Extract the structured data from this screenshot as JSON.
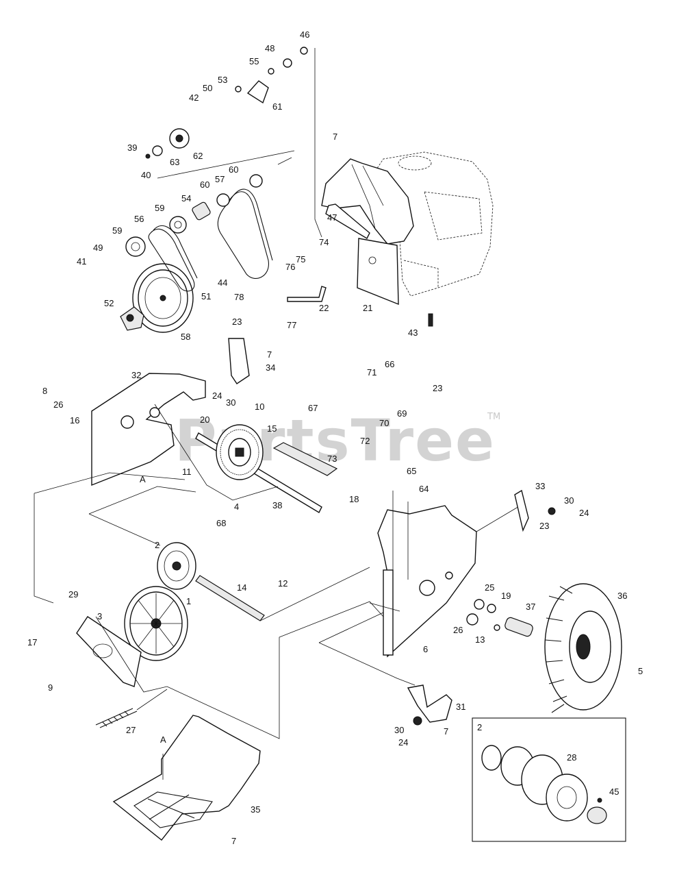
{
  "watermark": {
    "text": "PartsTree",
    "trademark": "TM"
  },
  "reference_letter": "A",
  "inset": {
    "label": "2"
  },
  "callouts": [
    {
      "id": "46",
      "text": "46"
    },
    {
      "id": "48",
      "text": "48"
    },
    {
      "id": "55",
      "text": "55"
    },
    {
      "id": "53",
      "text": "53"
    },
    {
      "id": "50",
      "text": "50"
    },
    {
      "id": "42",
      "text": "42"
    },
    {
      "id": "61",
      "text": "61"
    },
    {
      "id": "7a",
      "text": "7"
    },
    {
      "id": "39",
      "text": "39"
    },
    {
      "id": "63",
      "text": "63"
    },
    {
      "id": "62",
      "text": "62"
    },
    {
      "id": "40",
      "text": "40"
    },
    {
      "id": "60a",
      "text": "60"
    },
    {
      "id": "57",
      "text": "57"
    },
    {
      "id": "60b",
      "text": "60"
    },
    {
      "id": "54",
      "text": "54"
    },
    {
      "id": "59a",
      "text": "59"
    },
    {
      "id": "56",
      "text": "56"
    },
    {
      "id": "59b",
      "text": "59"
    },
    {
      "id": "49",
      "text": "49"
    },
    {
      "id": "41",
      "text": "41"
    },
    {
      "id": "44",
      "text": "44"
    },
    {
      "id": "51",
      "text": "51"
    },
    {
      "id": "52",
      "text": "52"
    },
    {
      "id": "58",
      "text": "58"
    },
    {
      "id": "47",
      "text": "47"
    },
    {
      "id": "74",
      "text": "74"
    },
    {
      "id": "75",
      "text": "75"
    },
    {
      "id": "76",
      "text": "76"
    },
    {
      "id": "78",
      "text": "78"
    },
    {
      "id": "22",
      "text": "22"
    },
    {
      "id": "21",
      "text": "21"
    },
    {
      "id": "77",
      "text": "77"
    },
    {
      "id": "43",
      "text": "43"
    },
    {
      "id": "23a",
      "text": "23"
    },
    {
      "id": "7b",
      "text": "7"
    },
    {
      "id": "34",
      "text": "34"
    },
    {
      "id": "32",
      "text": "32"
    },
    {
      "id": "8",
      "text": "8"
    },
    {
      "id": "26a",
      "text": "26"
    },
    {
      "id": "16",
      "text": "16"
    },
    {
      "id": "24a",
      "text": "24"
    },
    {
      "id": "30a",
      "text": "30"
    },
    {
      "id": "10",
      "text": "10"
    },
    {
      "id": "20",
      "text": "20"
    },
    {
      "id": "15",
      "text": "15"
    },
    {
      "id": "66",
      "text": "66"
    },
    {
      "id": "71",
      "text": "71"
    },
    {
      "id": "23b",
      "text": "23"
    },
    {
      "id": "67",
      "text": "67"
    },
    {
      "id": "69",
      "text": "69"
    },
    {
      "id": "70",
      "text": "70"
    },
    {
      "id": "72",
      "text": "72"
    },
    {
      "id": "73",
      "text": "73"
    },
    {
      "id": "11",
      "text": "11"
    },
    {
      "id": "65",
      "text": "65"
    },
    {
      "id": "64",
      "text": "64"
    },
    {
      "id": "4",
      "text": "4"
    },
    {
      "id": "38",
      "text": "38"
    },
    {
      "id": "18",
      "text": "18"
    },
    {
      "id": "68",
      "text": "68"
    },
    {
      "id": "33",
      "text": "33"
    },
    {
      "id": "30b",
      "text": "30"
    },
    {
      "id": "24b",
      "text": "24"
    },
    {
      "id": "23c",
      "text": "23"
    },
    {
      "id": "2",
      "text": "2"
    },
    {
      "id": "14",
      "text": "14"
    },
    {
      "id": "12",
      "text": "12"
    },
    {
      "id": "25",
      "text": "25"
    },
    {
      "id": "19",
      "text": "19"
    },
    {
      "id": "36",
      "text": "36"
    },
    {
      "id": "37",
      "text": "37"
    },
    {
      "id": "29",
      "text": "29"
    },
    {
      "id": "1",
      "text": "1"
    },
    {
      "id": "3",
      "text": "3"
    },
    {
      "id": "26b",
      "text": "26"
    },
    {
      "id": "13",
      "text": "13"
    },
    {
      "id": "6",
      "text": "6"
    },
    {
      "id": "17",
      "text": "17"
    },
    {
      "id": "9",
      "text": "9"
    },
    {
      "id": "5",
      "text": "5"
    },
    {
      "id": "31",
      "text": "31"
    },
    {
      "id": "27",
      "text": "27"
    },
    {
      "id": "30c",
      "text": "30"
    },
    {
      "id": "7c",
      "text": "7"
    },
    {
      "id": "24c",
      "text": "24"
    },
    {
      "id": "28",
      "text": "28"
    },
    {
      "id": "45",
      "text": "45"
    },
    {
      "id": "35",
      "text": "35"
    },
    {
      "id": "7d",
      "text": "7"
    }
  ]
}
